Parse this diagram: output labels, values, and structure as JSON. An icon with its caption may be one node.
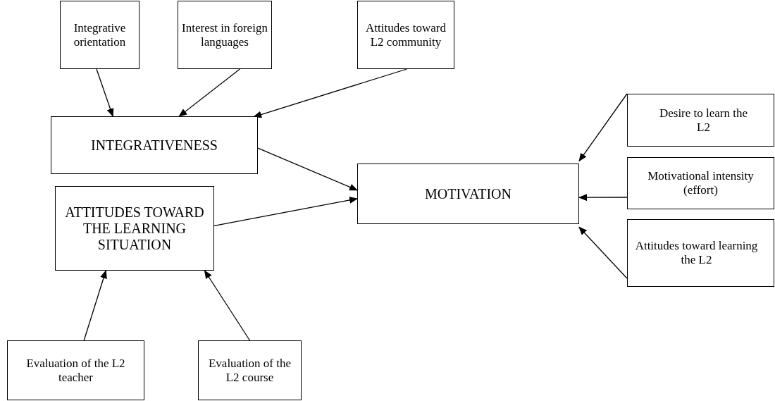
{
  "diagram": {
    "nodes": [
      {
        "text": [
          "Integrative orientation"
        ]
      },
      {
        "text": [
          "Interest in foreign languages"
        ]
      },
      {
        "text": [
          "Attitudes toward L2 community"
        ]
      },
      {
        "text": [
          "INTEGRATIVENESS"
        ]
      },
      {
        "text": [
          "ATTITUDES TOWARD THE LEARNING SITUATION"
        ]
      },
      {
        "text": [
          "MOTIVATION"
        ]
      },
      {
        "text": [
          "Desire to learn the L2"
        ]
      },
      {
        "text": [
          "Motivational intensity (effort)"
        ]
      },
      {
        "text": [
          "Attitudes toward learning the L2"
        ]
      },
      {
        "text": [
          "Evaluation of the L2 teacher"
        ]
      },
      {
        "text": [
          "Evaluation of the L2 course"
        ]
      }
    ],
    "edges": [
      {
        "from": 0,
        "to": 3,
        "arrow": "to"
      },
      {
        "from": 1,
        "to": 3,
        "arrow": "to"
      },
      {
        "from": 2,
        "to": 3,
        "arrow": "to"
      },
      {
        "from": 3,
        "to": 5,
        "arrow": "to"
      },
      {
        "from": 4,
        "to": 5,
        "arrow": "to"
      },
      {
        "from": 6,
        "to": 5,
        "arrow": "to"
      },
      {
        "from": 7,
        "to": 5,
        "arrow": "to"
      },
      {
        "from": 8,
        "to": 5,
        "arrow": "to"
      },
      {
        "from": 9,
        "to": 4,
        "arrow": "to"
      },
      {
        "from": 10,
        "to": 4,
        "arrow": "to"
      }
    ]
  }
}
